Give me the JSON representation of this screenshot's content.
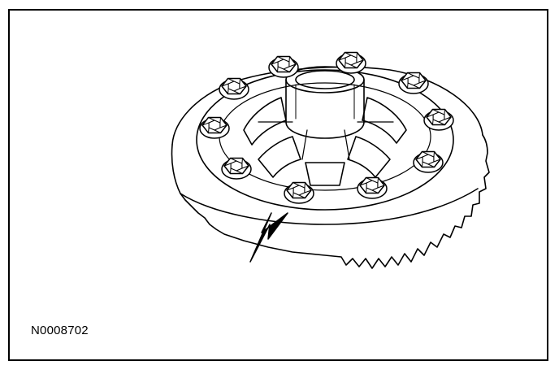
{
  "figure": {
    "id_label": "N0008702",
    "line_color": "#000000",
    "fill_color": "#ffffff"
  },
  "diagram": {
    "subject": "differential-case-with-ring-gear",
    "bolt_count": 10,
    "arrow_direction": "up-right",
    "icons": [
      "hex-bolt-icon",
      "arrow-icon"
    ]
  }
}
